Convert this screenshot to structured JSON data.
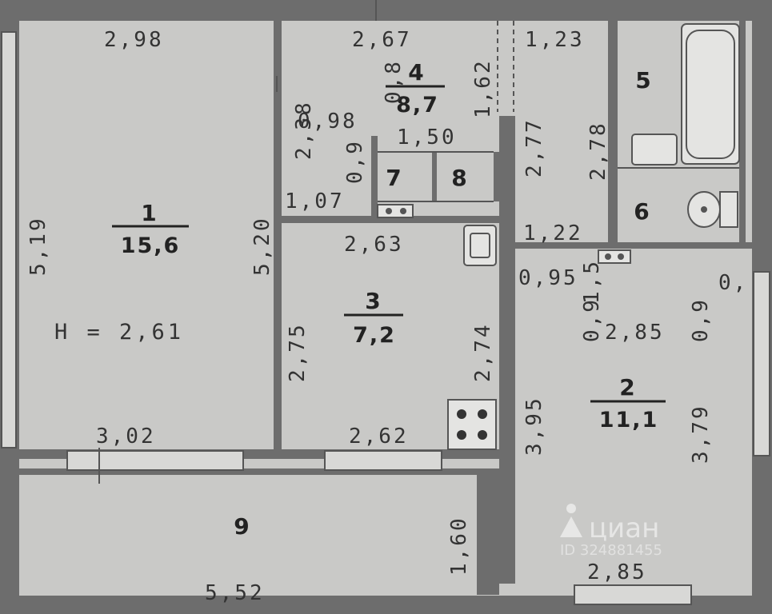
{
  "rooms": [
    {
      "id": "1",
      "number": "1",
      "area": "15,6"
    },
    {
      "id": "2",
      "number": "2",
      "area": "11,1"
    },
    {
      "id": "3",
      "number": "3",
      "area": "7,2"
    },
    {
      "id": "4",
      "number": "4",
      "area": "8,7"
    },
    {
      "id": "5",
      "number": "5"
    },
    {
      "id": "6",
      "number": "6"
    },
    {
      "id": "7",
      "number": "7"
    },
    {
      "id": "8",
      "number": "8"
    },
    {
      "id": "9",
      "number": "9"
    }
  ],
  "ceiling_height": "H = 2,61",
  "dimensions": {
    "r1_top": "2,98",
    "r1_left": "5,19",
    "r1_right": "5,20",
    "r1_bottom": "3,02",
    "r4_top": "2,67",
    "r4_left": "2,38",
    "r4_depth": "0,8",
    "r4_a": "0,98",
    "r4_b": "0,9",
    "r4_c": "1,50",
    "r4_side": "1,62",
    "r7_width": "1,07",
    "r3_top": "2,63",
    "r3_left": "2,75",
    "r3_right": "2,74",
    "r3_bottom": "2,62",
    "hall_top": "1,23",
    "hall_side": "2,77",
    "r5_side": "2,78",
    "r6_width": "1,22",
    "r2_a": "0,95",
    "r2_b": "1,5",
    "r2_c": "0,9",
    "r2_d": "0,9",
    "r2_e": "0,",
    "r2_top": "2,85",
    "r2_left": "3,95",
    "r2_right": "3,79",
    "r2_bottom": "2,85",
    "r9_side": "1,60",
    "r9_bottom": "5,52"
  },
  "watermark": {
    "brand": "циан",
    "id": "ID 324881455"
  }
}
